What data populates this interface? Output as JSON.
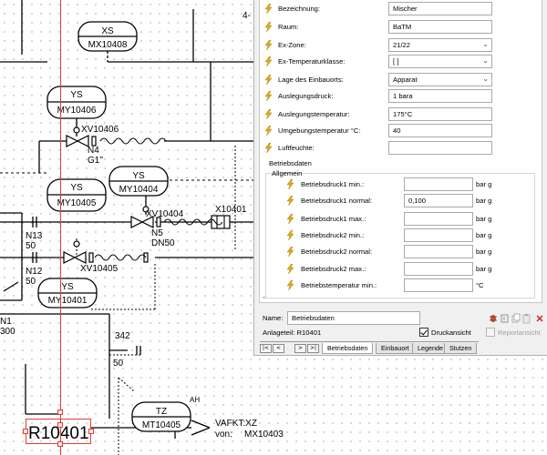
{
  "schematic": {
    "corner_label": "4-",
    "instruments": {
      "xs": {
        "tag": "XS",
        "id": "MX10408"
      },
      "ys1": {
        "tag": "YS",
        "id": "MY10406"
      },
      "ys2": {
        "tag": "YS",
        "id": "MY10405"
      },
      "ys3": {
        "tag": "YS",
        "id": "MY10404"
      },
      "ys4": {
        "tag": "YS",
        "id": "MY10401"
      },
      "tz": {
        "tag": "TZ",
        "id": "MT10405"
      }
    },
    "valves": {
      "v1": "XV10406",
      "v2": "XV10404",
      "v3": "XV10405",
      "x1": "X10401"
    },
    "nozzles": {
      "n4": "N4",
      "n4_size": "G1\"",
      "n5": "N5",
      "n5_size": "DN50",
      "n13": "N13",
      "n13_size": "50",
      "n12": "N12",
      "n12_size": "50",
      "n1": "N1",
      "n1_size": "300",
      "n342": "342",
      "n342_size": "50"
    },
    "ah_label": "AH",
    "vessel_tag": "R10401",
    "ref_label": "VAFKT:XZ",
    "ref_von": "von:",
    "ref_id": "MX10403"
  },
  "properties": [
    {
      "label": "Bezeichnung:",
      "value": "Mischer",
      "type": "text"
    },
    {
      "label": "Raum:",
      "value": "BaTM",
      "type": "text"
    },
    {
      "label": "Ex-Zone:",
      "value": "21/22",
      "type": "select"
    },
    {
      "label": "Ex-Temperaturklasse:",
      "value": "[ ]",
      "type": "select"
    },
    {
      "label": "Lage des Einbauorts:",
      "value": "Apparat",
      "type": "select"
    },
    {
      "label": "Auslegungsdruck:",
      "value": "1 bara",
      "type": "text"
    },
    {
      "label": "Auslegungstemperatur:",
      "value": "175°C",
      "type": "text"
    },
    {
      "label": "Umgebungstemperatur °C:",
      "value": "40",
      "type": "text"
    },
    {
      "label": "Luftfeuchte:",
      "value": "",
      "type": "text"
    }
  ],
  "operating": {
    "group_label": "Betriebsdaten",
    "subgroup_label": "Allgemein",
    "rows": [
      {
        "label": "Betriebsdruck1 min.:",
        "value": "",
        "unit": "bar g"
      },
      {
        "label": "Betriebsdruck1 normal:",
        "value": "0,100",
        "unit": "bar g"
      },
      {
        "label": "Betriebsdruck1 max.:",
        "value": "",
        "unit": "bar g"
      },
      {
        "label": "Betriebsdruck2 min.:",
        "value": "",
        "unit": "bar g"
      },
      {
        "label": "Betriebsdruck2 normal:",
        "value": "",
        "unit": "bar g"
      },
      {
        "label": "Betriebsdruck2 max.:",
        "value": "",
        "unit": "bar g"
      },
      {
        "label": "Betriebstemperatur min.:",
        "value": "",
        "unit": "°C"
      }
    ]
  },
  "footer": {
    "name_label": "Name:",
    "name_value": "Betriebsdaten",
    "anlageteil": "Anlageteil: R10401",
    "druckansicht_label": "Druckansicht",
    "reportansicht_label": "Reportansicht"
  },
  "tabs": {
    "nav_first": "|<",
    "nav_prev": "<",
    "nav_next": ">",
    "nav_last": ">|",
    "items": [
      "Betriebsdaten",
      "Einbauort",
      "Legende",
      "Stutzen"
    ],
    "active": "Betriebsdaten"
  },
  "colors": {
    "selection": "#e53a3a",
    "dialog_bg": "#f0f0f0",
    "icon_yellow": "#e6a817"
  }
}
